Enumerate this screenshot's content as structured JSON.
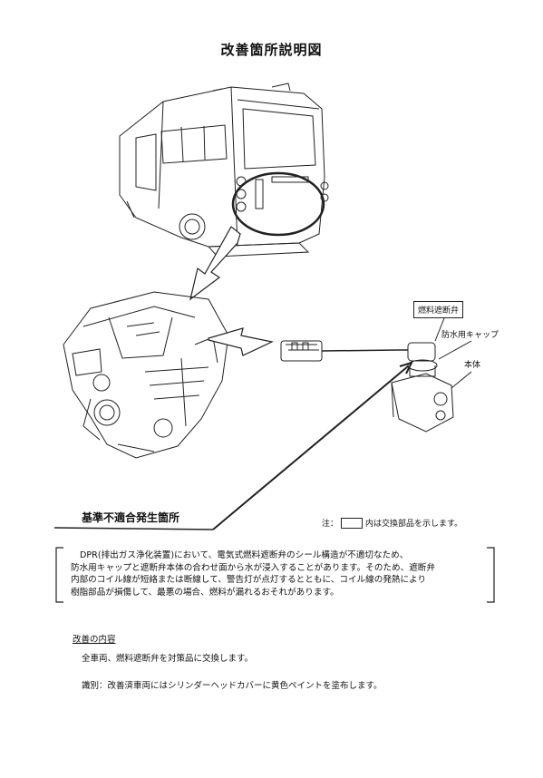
{
  "title": "改善箇所説明図",
  "callouts": {
    "valve": "燃料遮断弁",
    "cap": "防水用キャップ",
    "body": "本体"
  },
  "defect_label": "基準不適合発生箇所",
  "note": {
    "prefix": "注：",
    "suffix": "内は交換部品を示します。"
  },
  "description": [
    "DPR(排出ガス浄化装置)において、電気式燃料遮断弁のシール構造が不適切なため、",
    "防水用キャップと遮断弁本体の合わせ面から水が浸入することがあります。そのため、遮断弁",
    "内部のコイル線が短絡または断線して、警告灯が点灯するとともに、コイル線の発熱により",
    "樹脂部品が損傷して、最悪の場合、燃料が漏れるおそれがあります。"
  ],
  "improvement": {
    "heading": "改善の内容",
    "line1": "全車両、燃料遮断弁を対策品に交換します。",
    "line2": "識別：改善済車両にはシリンダーヘッドカバーに黄色ペイントを塗布します。"
  }
}
